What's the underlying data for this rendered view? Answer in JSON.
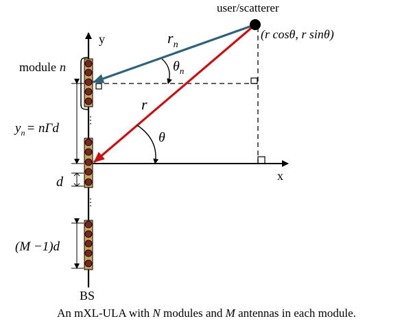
{
  "labels": {
    "user": "user/scatterer",
    "position": "(r cosθ, r sinθ)",
    "r_n": "r",
    "r_n_sub": "n",
    "theta_n": "θ",
    "theta_n_sub": "n",
    "r": "r",
    "theta": "θ",
    "module_prefix": "module",
    "module_n": "n",
    "y_n_main": "y",
    "y_n_sub": "n",
    "y_n_rhs": "= nΓd",
    "d": "d",
    "m_minus_1": "(M −1)d",
    "axis_y": "y",
    "axis_x": "x",
    "bs": "BS"
  },
  "caption": {
    "part1": "An mXL-ULA with",
    "N": "N",
    "part2": "modules and",
    "M": "M",
    "part3": "antennas in each module."
  },
  "colors": {
    "ray_rn": "#2e6378",
    "ray_r": "#cc1010",
    "antenna_fill": "#7a2618",
    "module_fill": "#c9a45c",
    "user_dot": "#000000"
  }
}
